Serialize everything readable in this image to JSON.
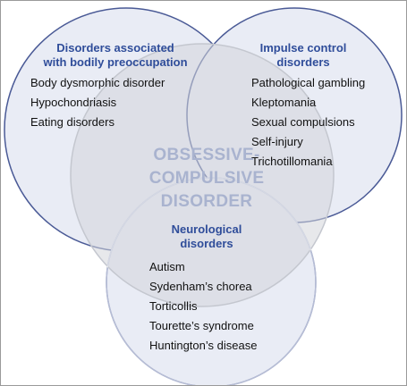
{
  "diagram": {
    "center": {
      "lines": [
        "OBSESSIVE-",
        "COMPULSIVE",
        "DISORDER"
      ]
    },
    "top_left": {
      "heading_lines": [
        "Disorders associated",
        "with bodily preoccupation"
      ],
      "items": [
        "Body dysmorphic disorder",
        "Hypochondriasis",
        "Eating disorders"
      ]
    },
    "top_right": {
      "heading_lines": [
        "Impulse control",
        "disorders"
      ],
      "items": [
        "Pathological gambling",
        "Kleptomania",
        "Sexual compulsions",
        "Self-injury",
        "Trichotillomania"
      ]
    },
    "bottom": {
      "heading_lines": [
        "Neurological",
        "disorders"
      ],
      "items": [
        "Autism",
        "Sydenham’s chorea",
        "Torticollis",
        "Tourette’s syndrome",
        "Huntington’s disease"
      ]
    },
    "colors": {
      "outer_circle_fill": "#e9ecf5",
      "outer_circle_stroke": "#4a5a96",
      "center_circle_fill": "#d3d5da",
      "heading": "#2f4d9a",
      "center_text": "#a9b3cf"
    }
  }
}
